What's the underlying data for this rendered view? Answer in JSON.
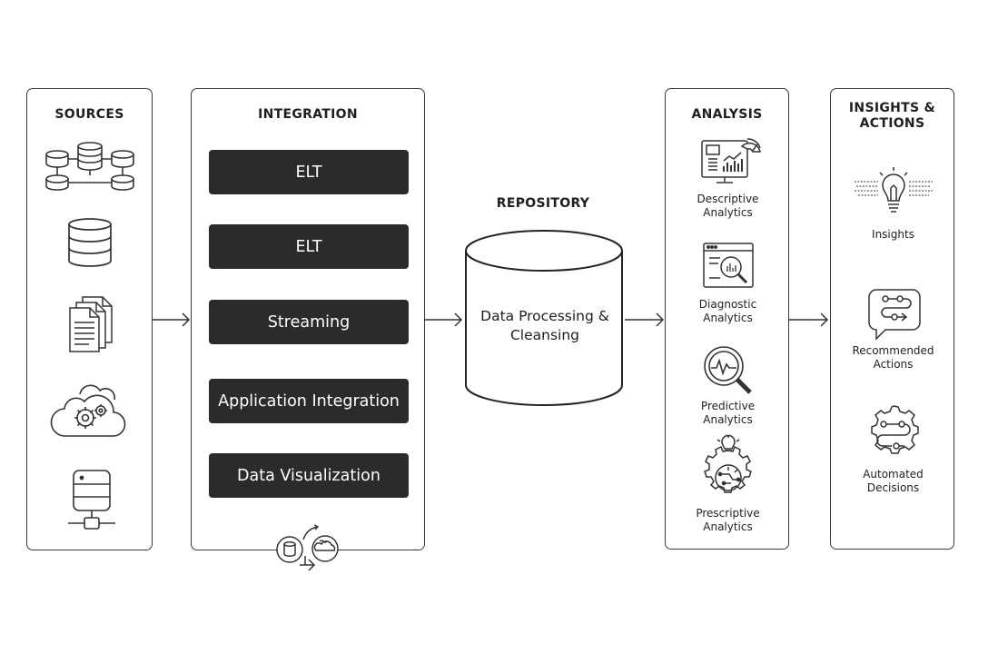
{
  "sources": {
    "title": "SOURCES",
    "icons": [
      "database-network-icon",
      "database-icon",
      "documents-icon",
      "cloud-gear-icon",
      "server-network-icon"
    ]
  },
  "integration": {
    "title": "INTEGRATION",
    "items": [
      "ELT",
      "ELT",
      "Streaming",
      "Application Integration",
      "Data Visualization"
    ],
    "footer_icon": "data-flow-icon"
  },
  "repository": {
    "title": "REPOSITORY",
    "label_line1": "Data Processing &",
    "label_line2": "Cleansing"
  },
  "analysis": {
    "title": "ANALYSIS",
    "items": [
      {
        "line1": "Descriptive",
        "line2": "Analytics",
        "icon": "dashboard-chart-icon"
      },
      {
        "line1": "Diagnostic",
        "line2": "Analytics",
        "icon": "browser-magnifier-icon"
      },
      {
        "line1": "Predictive",
        "line2": "Analytics",
        "icon": "magnifier-pulse-icon"
      },
      {
        "line1": "Prescriptive",
        "line2": "Analytics",
        "icon": "gear-bulb-icon"
      }
    ]
  },
  "insights": {
    "title_line1": "INSIGHTS &",
    "title_line2": "ACTIONS",
    "items": [
      {
        "line1": "Insights",
        "line2": "",
        "icon": "lightbulb-binary-icon"
      },
      {
        "line1": "Recommended",
        "line2": "Actions",
        "icon": "chat-workflow-icon"
      },
      {
        "line1": "Automated",
        "line2": "Decisions",
        "icon": "gear-workflow-icon"
      }
    ]
  },
  "colors": {
    "stroke": "#3a3a3a",
    "pill": "#2b2b2b",
    "pill_text": "#ffffff"
  }
}
